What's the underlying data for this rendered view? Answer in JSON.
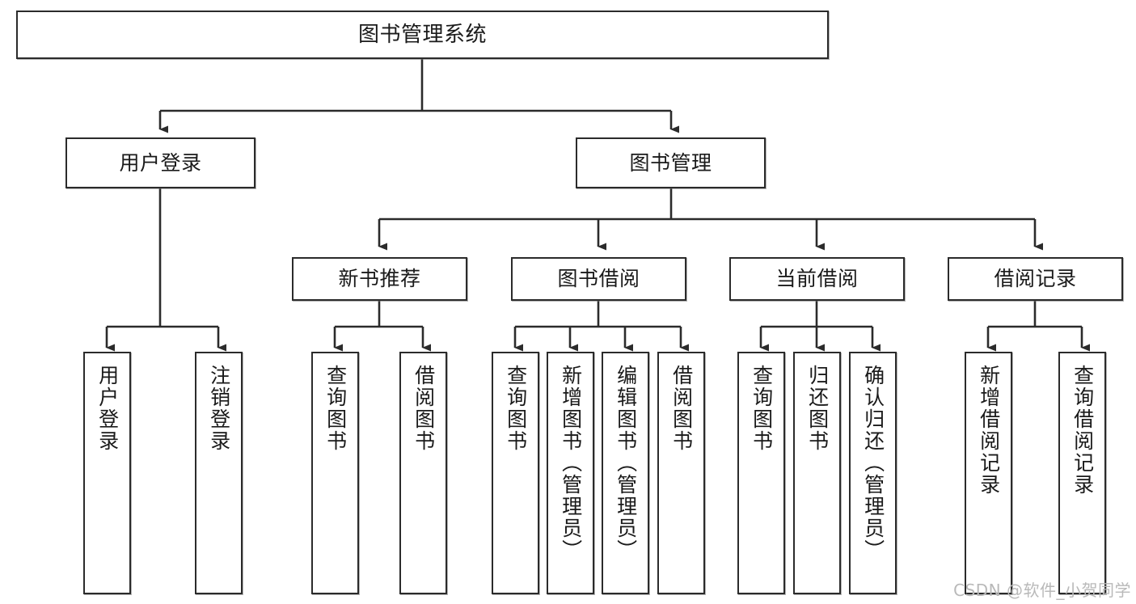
{
  "diagram": {
    "title_node": {
      "label": "图书管理系统"
    },
    "level2": [
      {
        "id": "user-login",
        "label": "用户登录"
      },
      {
        "id": "book-manage",
        "label": "图书管理"
      }
    ],
    "level3": [
      {
        "id": "new-book-recommend",
        "label": "新书推荐"
      },
      {
        "id": "book-borrow",
        "label": "图书借阅"
      },
      {
        "id": "current-borrow",
        "label": "当前借阅"
      },
      {
        "id": "borrow-record",
        "label": "借阅记录"
      }
    ],
    "leaves": {
      "user_login": [
        {
          "id": "leaf-user-login",
          "label": "用户登录"
        },
        {
          "id": "leaf-logout-login",
          "label": "注销登录"
        }
      ],
      "new_book_recommend": [
        {
          "id": "leaf-query-book-1",
          "label": "查询图书"
        },
        {
          "id": "leaf-borrow-book-1",
          "label": "借阅图书"
        }
      ],
      "book_borrow": [
        {
          "id": "leaf-query-book-2",
          "label": "查询图书"
        },
        {
          "id": "leaf-add-book",
          "label": "新增图书（管理员）"
        },
        {
          "id": "leaf-edit-book",
          "label": "编辑图书（管理员）"
        },
        {
          "id": "leaf-borrow-book-2",
          "label": "借阅图书"
        }
      ],
      "current_borrow": [
        {
          "id": "leaf-query-book-3",
          "label": "查询图书"
        },
        {
          "id": "leaf-return-book",
          "label": "归还图书"
        },
        {
          "id": "leaf-confirm-return",
          "label": "确认归还（管理员）"
        }
      ],
      "borrow_record": [
        {
          "id": "leaf-add-record",
          "label": "新增借阅记录"
        },
        {
          "id": "leaf-query-record",
          "label": "查询借阅记录"
        }
      ]
    }
  },
  "watermark": {
    "text": "CSDN @软件_小贺同学"
  },
  "colors": {
    "border": "#2b2b2b",
    "text": "#1a1a1a",
    "background": "#ffffff",
    "watermark": "#b9b9b9"
  }
}
